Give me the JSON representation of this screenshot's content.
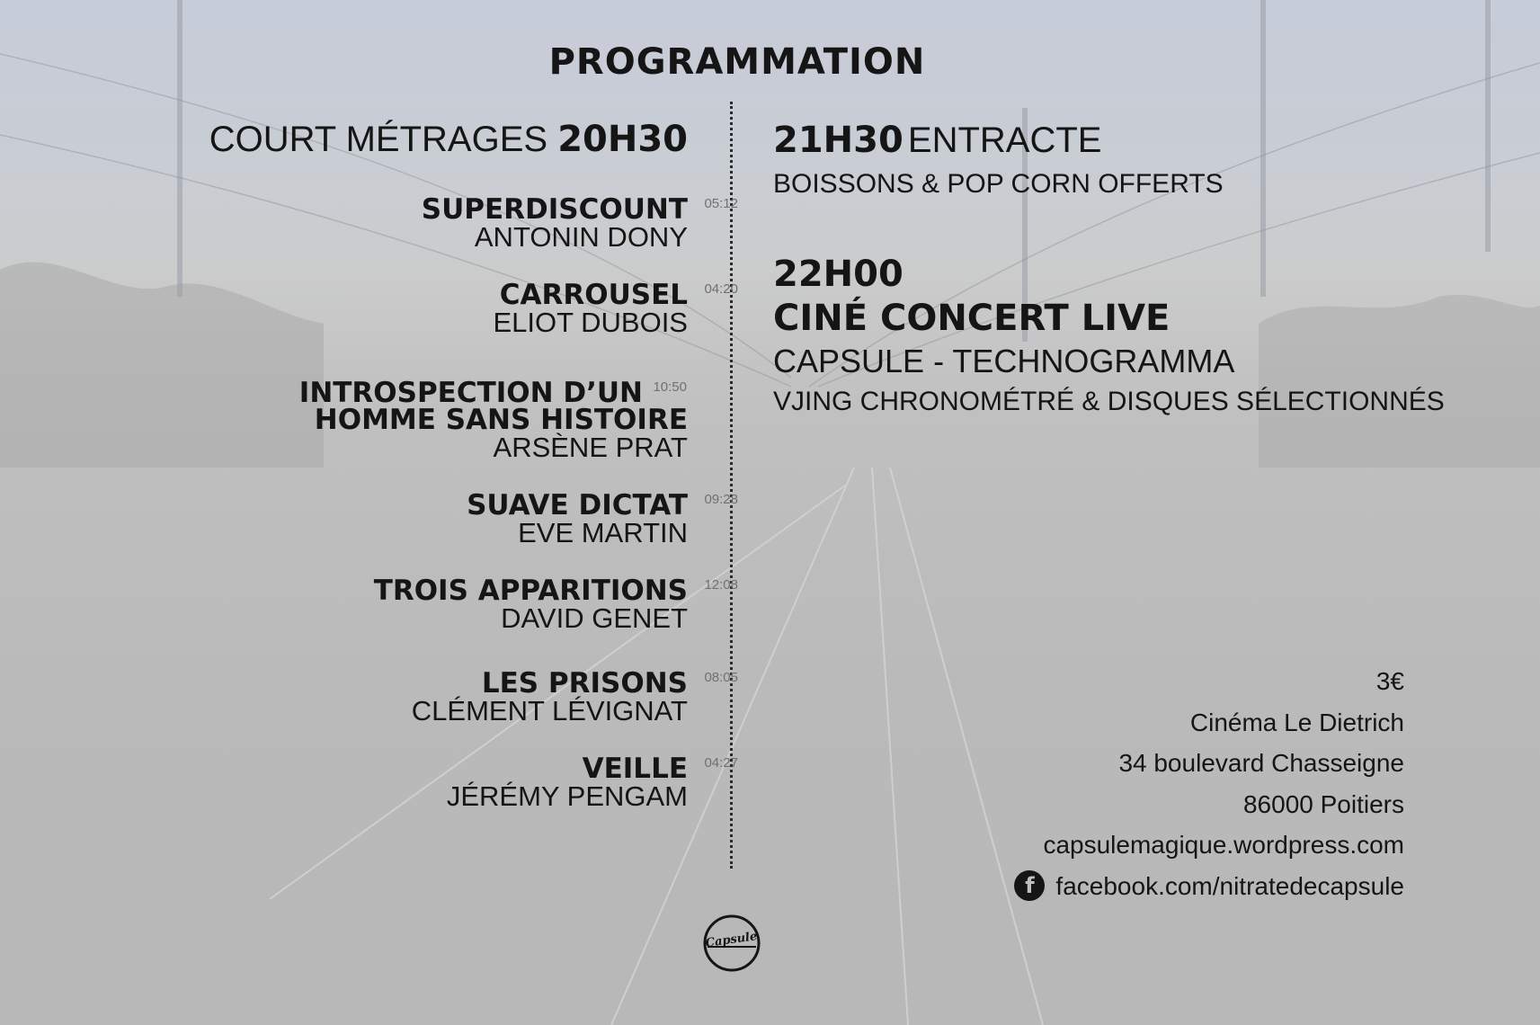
{
  "title": "PROGRAMMATION",
  "shorts": {
    "heading_label": "COURT MÉTRAGES",
    "heading_time": "20H30",
    "films": [
      {
        "title": "SUPERDISCOUNT",
        "duration": "05:12",
        "director": "ANTONIN DONY"
      },
      {
        "title": "CARROUSEL",
        "duration": "04:20",
        "director": "ELIOT DUBOIS"
      },
      {
        "title": "INTROSPECTION D’UN",
        "title2": "HOMME SANS HISTOIRE",
        "duration": "10:50",
        "director": "ARSÈNE PRAT"
      },
      {
        "title": "SUAVE DICTAT",
        "duration": "09:28",
        "director": "EVE MARTIN"
      },
      {
        "title": "TROIS APPARITIONS",
        "duration": "12:08",
        "director": "DAVID GENET"
      },
      {
        "title": "LES PRISONS",
        "duration": "08:05",
        "director": "CLÉMENT LÉVIGNAT"
      },
      {
        "title": "VEILLE",
        "duration": "04:27",
        "director": "JÉRÉMY PENGAM"
      }
    ]
  },
  "intermission": {
    "time": "21H30",
    "label": "ENTRACTE",
    "detail": "BOISSONS & POP CORN OFFERTS"
  },
  "concert": {
    "time": "22H00",
    "title": "CINÉ CONCERT LIVE",
    "artist": "CAPSULE - TECHNOGRAMMA",
    "detail": "VJING CHRONOMÉTRÉ & DISQUES SÉLECTIONNÉS"
  },
  "info": {
    "price": "3€",
    "venue": "Cinéma Le Dietrich",
    "street": "34 boulevard Chasseigne",
    "city": "86000 Poitiers",
    "website": "capsulemagique.wordpress.com",
    "facebook": "facebook.com/nitratedecapsule"
  },
  "logo_text": "Capsule",
  "icons": {
    "facebook": "facebook-icon"
  },
  "colors": {
    "text": "#151515",
    "muted": "#707070"
  }
}
